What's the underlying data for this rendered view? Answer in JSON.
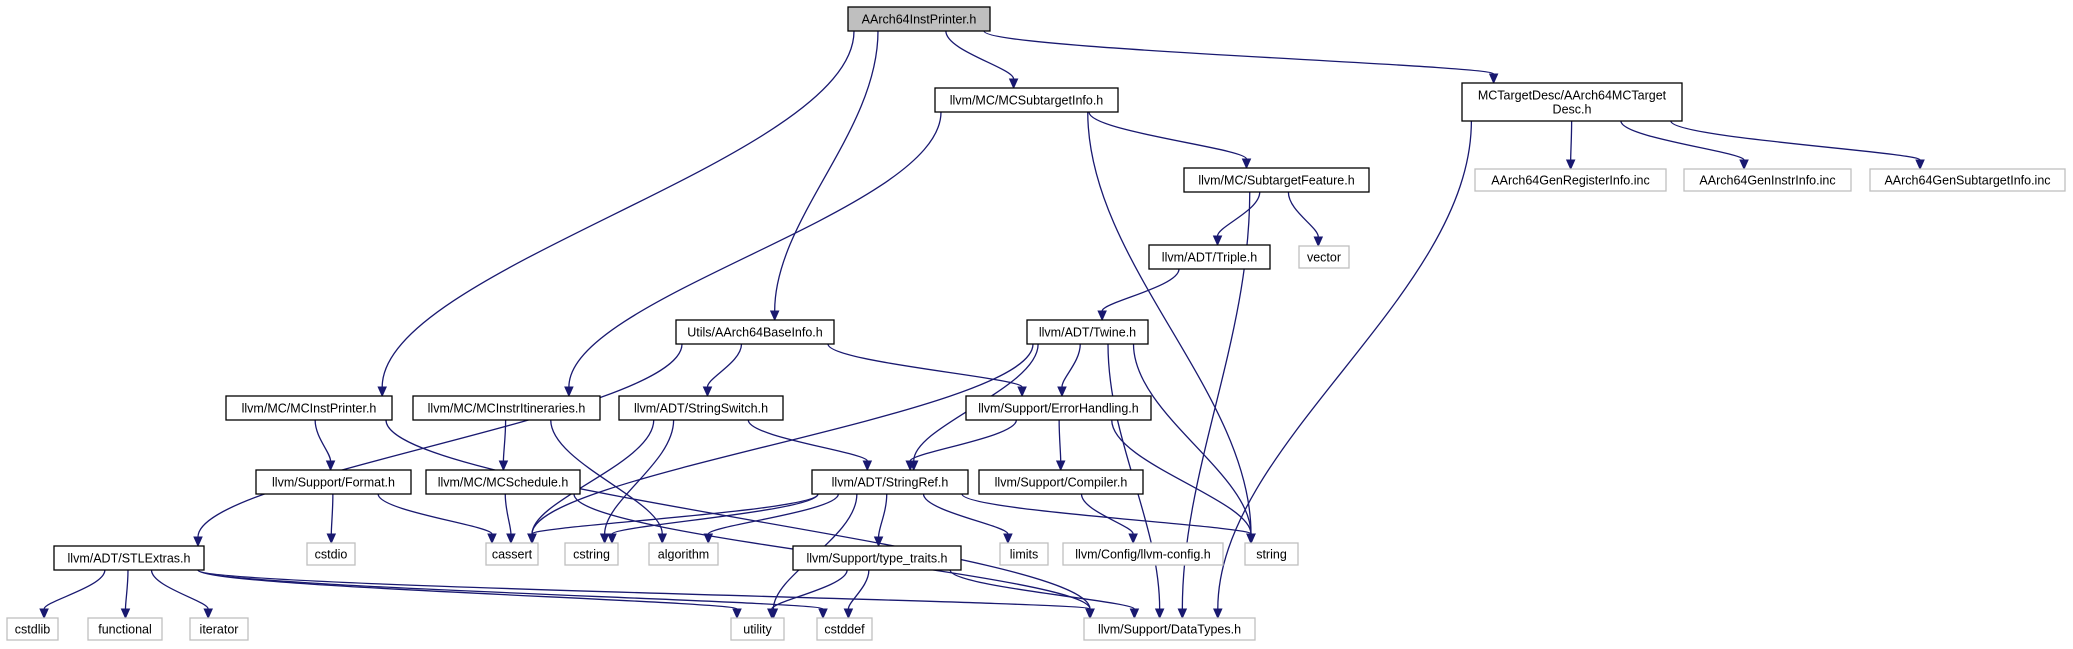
{
  "diagram": {
    "nodes": [
      {
        "id": "root",
        "label": [
          "AArch64InstPrinter.h"
        ],
        "kind": "root"
      },
      {
        "id": "mcsubtargetinfo",
        "label": [
          "llvm/MC/MCSubtargetInfo.h"
        ],
        "kind": "internal"
      },
      {
        "id": "mctargetdesc",
        "label": [
          "MCTargetDesc/AArch64MCTarget",
          "Desc.h"
        ],
        "kind": "internal"
      },
      {
        "id": "subtargetfeature",
        "label": [
          "llvm/MC/SubtargetFeature.h"
        ],
        "kind": "internal"
      },
      {
        "id": "genregisterinfo",
        "label": [
          "AArch64GenRegisterInfo.inc"
        ],
        "kind": "external"
      },
      {
        "id": "geninstrinfo",
        "label": [
          "AArch64GenInstrInfo.inc"
        ],
        "kind": "external"
      },
      {
        "id": "gensubtargetinfo",
        "label": [
          "AArch64GenSubtargetInfo.inc"
        ],
        "kind": "external"
      },
      {
        "id": "triple",
        "label": [
          "llvm/ADT/Triple.h"
        ],
        "kind": "internal"
      },
      {
        "id": "vector",
        "label": [
          "vector"
        ],
        "kind": "external"
      },
      {
        "id": "basinfo",
        "label": [
          "Utils/AArch64BaseInfo.h"
        ],
        "kind": "internal"
      },
      {
        "id": "twine",
        "label": [
          "llvm/ADT/Twine.h"
        ],
        "kind": "internal"
      },
      {
        "id": "mcinstprinter",
        "label": [
          "llvm/MC/MCInstPrinter.h"
        ],
        "kind": "internal"
      },
      {
        "id": "mcinstritineraries",
        "label": [
          "llvm/MC/MCInstrItineraries.h"
        ],
        "kind": "internal"
      },
      {
        "id": "stringswitch",
        "label": [
          "llvm/ADT/StringSwitch.h"
        ],
        "kind": "internal"
      },
      {
        "id": "errorhandling",
        "label": [
          "llvm/Support/ErrorHandling.h"
        ],
        "kind": "internal"
      },
      {
        "id": "format",
        "label": [
          "llvm/Support/Format.h"
        ],
        "kind": "internal"
      },
      {
        "id": "mcschedule",
        "label": [
          "llvm/MC/MCSchedule.h"
        ],
        "kind": "internal"
      },
      {
        "id": "stringref",
        "label": [
          "llvm/ADT/StringRef.h"
        ],
        "kind": "internal"
      },
      {
        "id": "compiler",
        "label": [
          "llvm/Support/Compiler.h"
        ],
        "kind": "internal"
      },
      {
        "id": "stlextras",
        "label": [
          "llvm/ADT/STLExtras.h"
        ],
        "kind": "internal"
      },
      {
        "id": "cstdio",
        "label": [
          "cstdio"
        ],
        "kind": "external"
      },
      {
        "id": "cassert",
        "label": [
          "cassert"
        ],
        "kind": "external"
      },
      {
        "id": "cstring",
        "label": [
          "cstring"
        ],
        "kind": "external"
      },
      {
        "id": "algorithm",
        "label": [
          "algorithm"
        ],
        "kind": "external"
      },
      {
        "id": "typetraits",
        "label": [
          "llvm/Support/type_traits.h"
        ],
        "kind": "internal"
      },
      {
        "id": "limits",
        "label": [
          "limits"
        ],
        "kind": "external"
      },
      {
        "id": "llvmconfig",
        "label": [
          "llvm/Config/llvm-config.h"
        ],
        "kind": "external"
      },
      {
        "id": "string",
        "label": [
          "string"
        ],
        "kind": "external"
      },
      {
        "id": "cstdlib",
        "label": [
          "cstdlib"
        ],
        "kind": "external"
      },
      {
        "id": "functional",
        "label": [
          "functional"
        ],
        "kind": "external"
      },
      {
        "id": "iterator",
        "label": [
          "iterator"
        ],
        "kind": "external"
      },
      {
        "id": "utility",
        "label": [
          "utility"
        ],
        "kind": "external"
      },
      {
        "id": "cstddef",
        "label": [
          "cstddef"
        ],
        "kind": "external"
      },
      {
        "id": "datatypes",
        "label": [
          "llvm/Support/DataTypes.h"
        ],
        "kind": "external"
      }
    ],
    "edges": [
      [
        "root",
        "mcsubtargetinfo"
      ],
      [
        "root",
        "mctargetdesc"
      ],
      [
        "root",
        "basinfo"
      ],
      [
        "root",
        "mcinstprinter"
      ],
      [
        "mcsubtargetinfo",
        "subtargetfeature"
      ],
      [
        "mcsubtargetinfo",
        "mcinstritineraries"
      ],
      [
        "mcsubtargetinfo",
        "string"
      ],
      [
        "mctargetdesc",
        "genregisterinfo"
      ],
      [
        "mctargetdesc",
        "geninstrinfo"
      ],
      [
        "mctargetdesc",
        "gensubtargetinfo"
      ],
      [
        "mctargetdesc",
        "datatypes"
      ],
      [
        "subtargetfeature",
        "triple"
      ],
      [
        "subtargetfeature",
        "vector"
      ],
      [
        "subtargetfeature",
        "datatypes"
      ],
      [
        "triple",
        "twine"
      ],
      [
        "basinfo",
        "stlextras"
      ],
      [
        "basinfo",
        "stringswitch"
      ],
      [
        "basinfo",
        "errorhandling"
      ],
      [
        "twine",
        "errorhandling"
      ],
      [
        "twine",
        "stringref"
      ],
      [
        "twine",
        "cassert"
      ],
      [
        "twine",
        "string"
      ],
      [
        "twine",
        "datatypes"
      ],
      [
        "mcinstprinter",
        "format"
      ],
      [
        "mcinstprinter",
        "datatypes"
      ],
      [
        "mcinstritineraries",
        "mcschedule"
      ],
      [
        "mcinstritineraries",
        "algorithm"
      ],
      [
        "stringswitch",
        "stringref"
      ],
      [
        "stringswitch",
        "cassert"
      ],
      [
        "stringswitch",
        "cstring"
      ],
      [
        "errorhandling",
        "compiler"
      ],
      [
        "errorhandling",
        "stringref"
      ],
      [
        "errorhandling",
        "string"
      ],
      [
        "format",
        "cstdio"
      ],
      [
        "format",
        "cassert"
      ],
      [
        "mcschedule",
        "cassert"
      ],
      [
        "mcschedule",
        "datatypes"
      ],
      [
        "stringref",
        "cassert"
      ],
      [
        "stringref",
        "cstring"
      ],
      [
        "stringref",
        "algorithm"
      ],
      [
        "stringref",
        "typetraits"
      ],
      [
        "stringref",
        "limits"
      ],
      [
        "stringref",
        "string"
      ],
      [
        "stringref",
        "utility"
      ],
      [
        "compiler",
        "llvmconfig"
      ],
      [
        "typetraits",
        "utility"
      ],
      [
        "typetraits",
        "cstddef"
      ],
      [
        "typetraits",
        "datatypes"
      ],
      [
        "stlextras",
        "cstdlib"
      ],
      [
        "stlextras",
        "functional"
      ],
      [
        "stlextras",
        "iterator"
      ],
      [
        "stlextras",
        "utility"
      ],
      [
        "stlextras",
        "cstddef"
      ],
      [
        "stlextras",
        "datatypes"
      ]
    ]
  }
}
